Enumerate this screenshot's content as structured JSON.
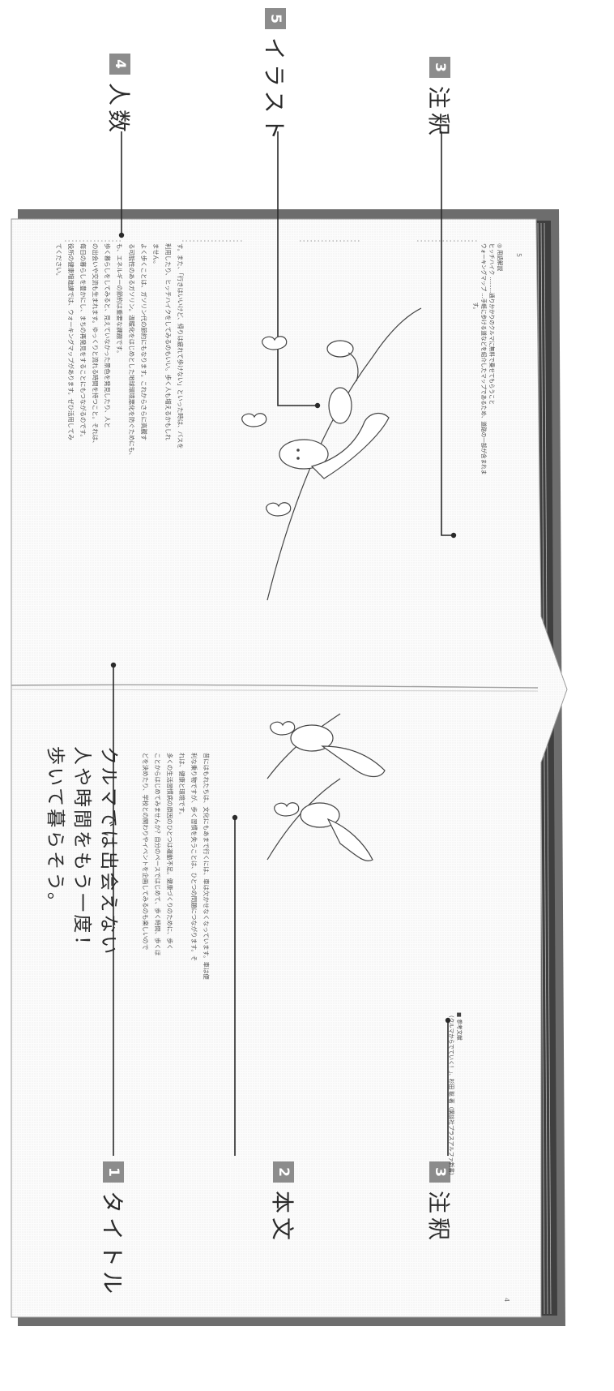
{
  "labels": {
    "title_badge": "1",
    "title_text": "タイトル",
    "body_badge": "2",
    "body_text": "本文",
    "note_badge_bottom": "3",
    "note_text_bottom": "注釈",
    "people_badge": "4",
    "people_text": "人数",
    "illust_badge": "5",
    "illust_text": "イラスト",
    "note_badge_top": "3",
    "note_text_top": "注釈"
  },
  "book": {
    "left_page": {
      "title_lines": [
        "クルマでは出会えない",
        "人や時間をもう一度！",
        "歩いて暮らそう。"
      ],
      "body_lines": [
        "昔にはもれたちは、文化にもあまで行くには、車は欠かせなくなっています。車は便",
        "利な乗り物ですが、歩く習慣を失うことは、ひとつの問題につながります。そ",
        "れは、健康と環境です。",
        "多くの生活習慣病の原因のひとつは運動不足。健康づくりのために、歩く",
        "ことからはじめてみませんか？自分のペースではじめて、歩く時間、歩くほ",
        "どを決めたり、学校との関わりやイベントを企画してみるのも楽しいので"
      ],
      "note_lines": [
        "■ 参考文献",
        "（クルマからでていく！」、杉田 聡 著（講談社プラスアルファ新書）"
      ],
      "page_number": "4"
    },
    "right_page": {
      "body_lines": [
        "す。また、「行きはいいけど、帰りは疲れて歩けない」といった時は、バスを",
        "利用したり、ヒッチハイクをしてみるのもいい。歩く人も増えるかもしれ",
        "ません。",
        "よく歩くことは、ガソリン代の節約にもなります。これからさらに高騰す",
        "る可能性のあるガソリン。温暖化をはじめとした地球環境悪化を防ぐためにも、",
        "も、エネルギーの節約は重要な課題です。",
        "歩く暮らしをしてみると、見えていなかった景色を発見したり、人と",
        "の出会いや交流も生まれます。ゆっくりと流れる時間を持つこと。それは、",
        "毎日の暮らしを豊かにし、まちの再発見をすることにもつながるのです。",
        "役所の健康増進課では、ウォーキングマップがあります。ぜひ活用してみ",
        "てください。"
      ],
      "note_lines": [
        "◎ 用語解説",
        "ヒッチハイク ………通りかかりのクルマに無料で乗せてもらうこと",
        "ウォーキングマップ …手軽に歩ける道などを紹介したマップであるため、道路の一部が含まれま",
        "　　　　　　　　　　　す。"
      ],
      "page_number": "5"
    }
  },
  "icons": {
    "people": "person-icon",
    "illustration": "walking-character-illustration"
  },
  "colors": {
    "badge": "#8c8c8c",
    "cover": "#6b6b6b",
    "page": "#fafafa"
  }
}
